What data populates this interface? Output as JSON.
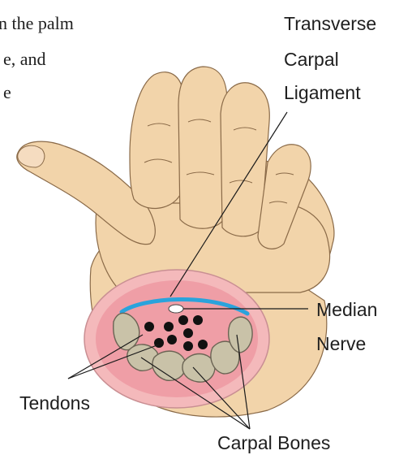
{
  "intro_text": [
    "n the palm",
    "e, and",
    "e"
  ],
  "labels": {
    "ligament": [
      "Transverse",
      "Carpal",
      "Ligament"
    ],
    "nerve": [
      "Median",
      "Nerve"
    ],
    "tendons": "Tendons",
    "bones": "Carpal Bones"
  },
  "colors": {
    "skin": "#f2d4aa",
    "skin_shadow": "#c99a67",
    "outline": "#8a6a48",
    "tissue": "#f4b9bb",
    "tissue_inner": "#ef9ea6",
    "ligament": "#2aa3dc",
    "bone": "#c9c2a8",
    "bone_outline": "#6b6454",
    "tendon": "#111111"
  }
}
